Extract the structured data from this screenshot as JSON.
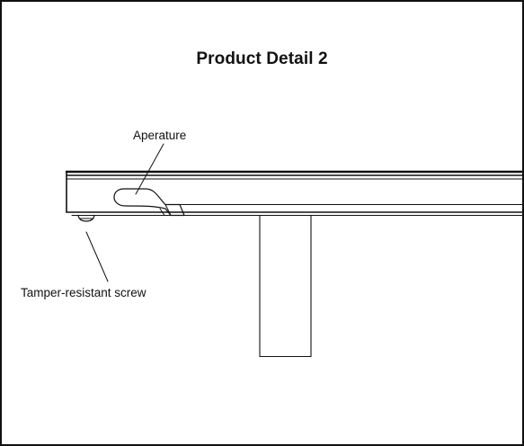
{
  "diagram": {
    "title": "Product Detail 2",
    "callouts": {
      "aperture": "Aperature",
      "screw": "Tamper-resistant screw"
    },
    "colors": {
      "stroke": "#111111",
      "background": "#ffffff"
    }
  }
}
